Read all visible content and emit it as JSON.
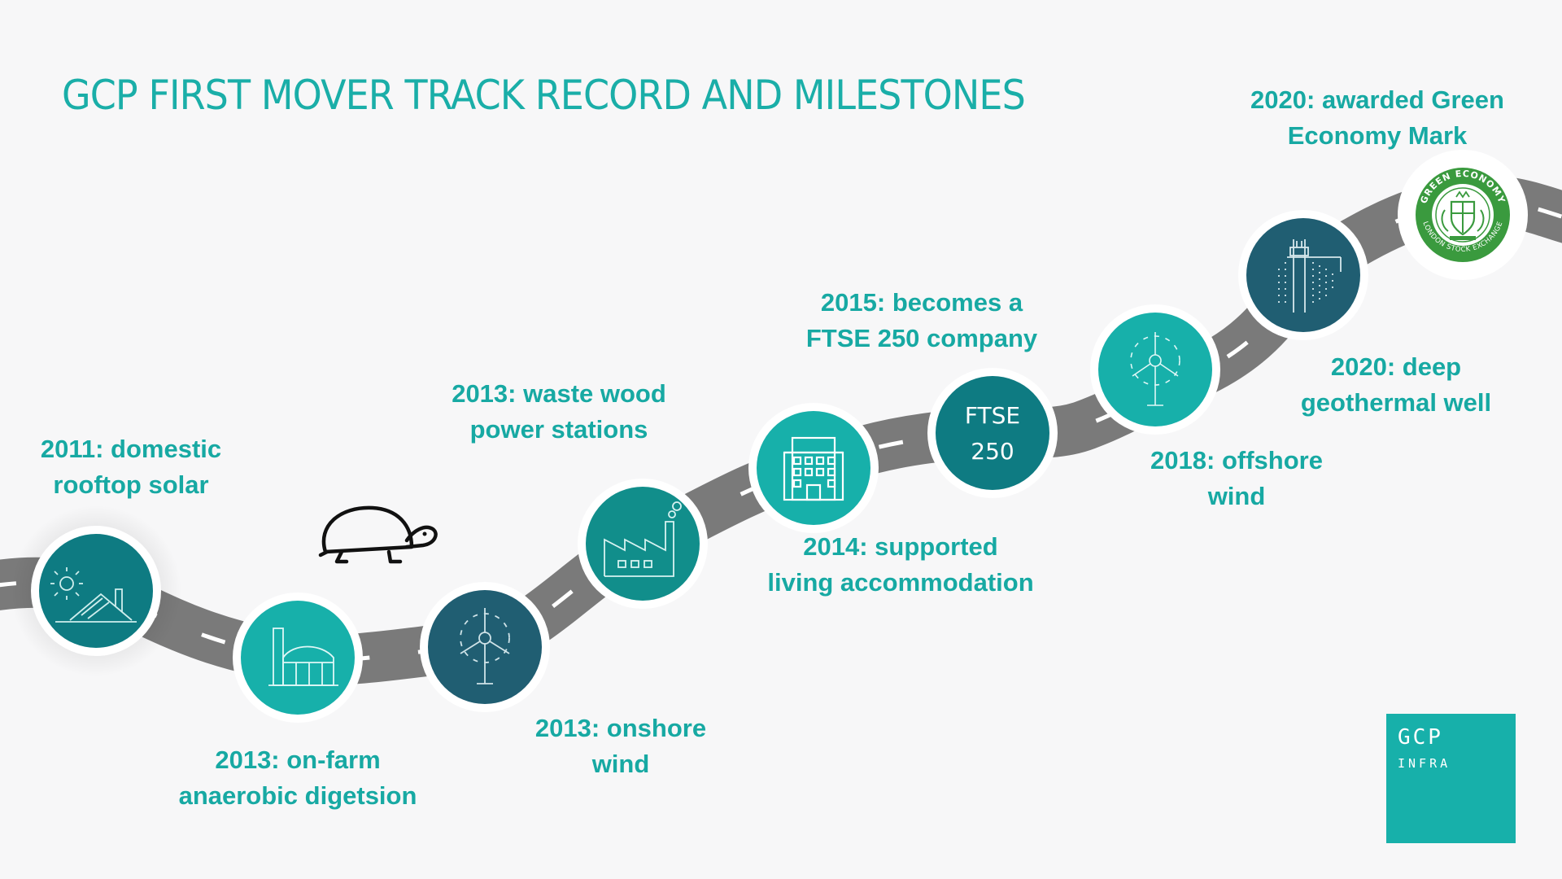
{
  "title": "GCP FIRST MOVER TRACK RECORD AND MILESTONES",
  "milestones": [
    {
      "line1": "2011: domestic",
      "line2": "rooftop solar",
      "icon": "rooftop-solar-icon"
    },
    {
      "line1": "2013: on-farm",
      "line2": "anaerobic digetsion",
      "icon": "anaerobic-digester-icon"
    },
    {
      "line1": "2013: onshore",
      "line2": "wind",
      "icon": "wind-turbine-icon"
    },
    {
      "line1": "2013: waste wood",
      "line2": "power stations",
      "icon": "factory-icon"
    },
    {
      "line1": "2014: supported",
      "line2": "living accommodation",
      "icon": "building-icon"
    },
    {
      "line1": "2015: becomes a",
      "line2": "FTSE 250 company",
      "icon": "ftse-badge-icon"
    },
    {
      "line1": "2018: offshore",
      "line2": "wind",
      "icon": "offshore-wind-icon"
    },
    {
      "line1": "2020: deep",
      "line2": "geothermal well",
      "icon": "geothermal-rig-icon"
    },
    {
      "line1": "2020: awarded Green",
      "line2": "Economy Mark",
      "icon": "green-economy-mark-icon"
    }
  ],
  "ftse_badge": {
    "line1": "FTSE",
    "line2": "250"
  },
  "green_mark": {
    "top_text": "GREEN ECONOMY",
    "bottom_text": "LONDON STOCK EXCHANGE"
  },
  "decor_icon": "tortoise-icon",
  "brand": {
    "name": "GCP",
    "sub": "INFRA"
  },
  "colors": {
    "accent": "#1aaea8",
    "teal": "#17b0aa",
    "dark_teal": "#0e7b82",
    "navy_teal": "#205e72",
    "road": "#7a7a7a",
    "green_mark": "#3a9a3e"
  }
}
